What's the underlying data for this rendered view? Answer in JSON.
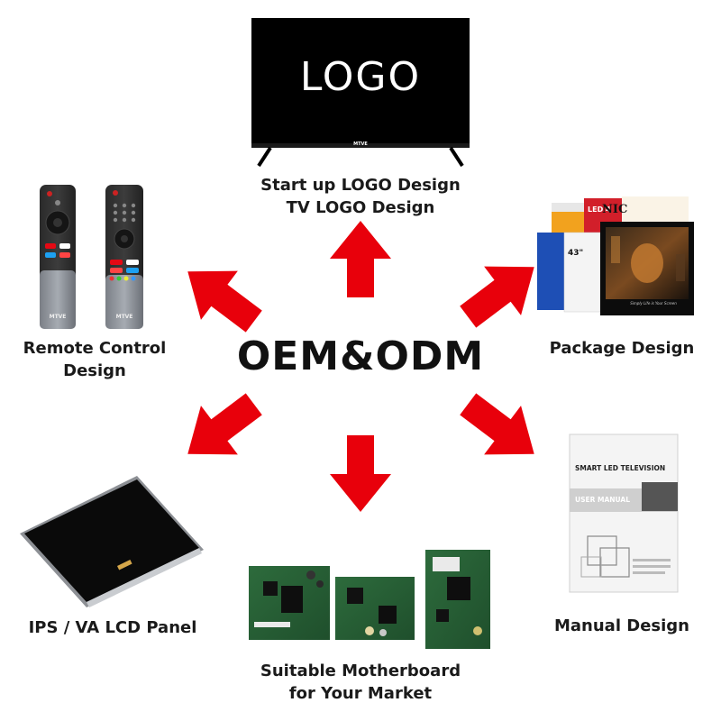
{
  "center_title": "OEM&ODM",
  "tv": {
    "screen_text": "LOGO",
    "brand_text": "MTVE"
  },
  "labels": {
    "logo_line1": "Start up LOGO Design",
    "logo_line2": "TV LOGO Design",
    "remote_line1": "Remote Control",
    "remote_line2": "Design",
    "package": "Package Design",
    "panel": "IPS / VA LCD Panel",
    "manual": "Manual Design",
    "board_line1": "Suitable Motherboard",
    "board_line2": "for Your Market"
  },
  "remote": {
    "brand_text": "MTVE"
  },
  "package_box": {
    "box1": "LED 4",
    "box2": "NIC",
    "box3": "43\"",
    "tagline": "Simply Life is Your Screen"
  },
  "manual_doc": {
    "title": "SMART LED TELEVISION",
    "subtitle": "USER MANUAL"
  },
  "colors": {
    "arrow": "#e8000b",
    "accent": "#e8000b"
  }
}
